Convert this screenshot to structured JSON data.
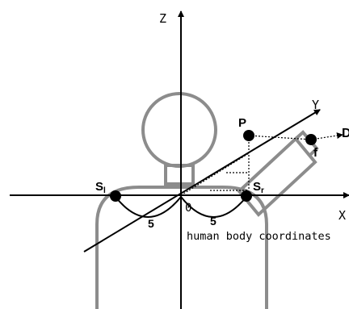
{
  "diagram": {
    "axis_labels": {
      "z": "Z",
      "y": "Y",
      "x": "X"
    },
    "points": {
      "shoulder_left": "S",
      "shoulder_left_sub": "l",
      "shoulder_right": "S",
      "shoulder_right_sub": "r",
      "target": "P",
      "device": "f",
      "direction": "D"
    },
    "origin_label": "0",
    "distance_left": "5",
    "distance_right": "5",
    "caption": "human body coordinates"
  }
}
